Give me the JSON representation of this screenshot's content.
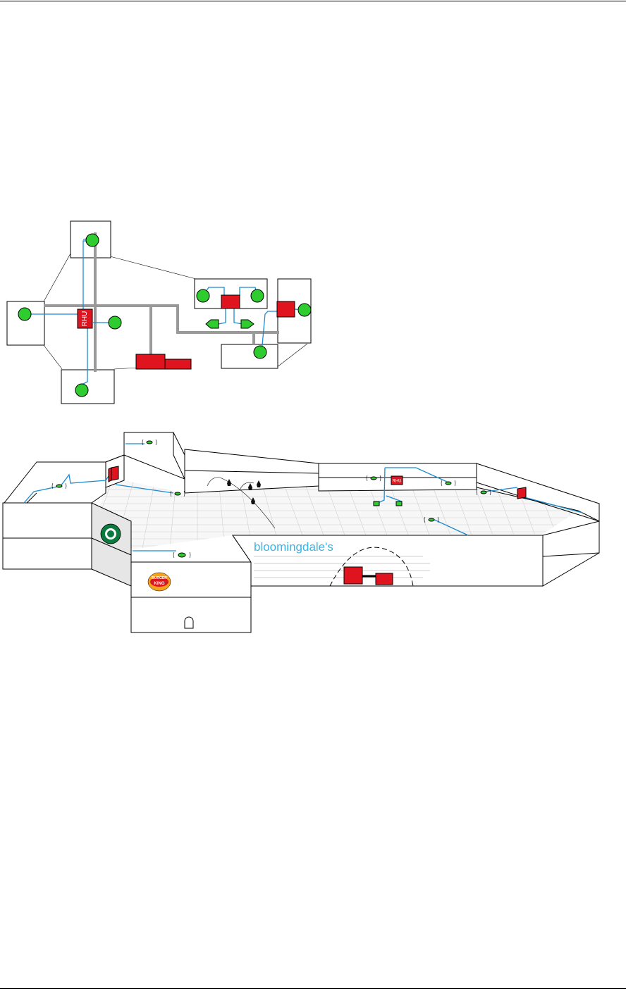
{
  "diagram": {
    "rhu_label": "RHU",
    "floorplan_rhu_label": "RHU",
    "mall_rhu_label": "RHU",
    "store_bloomingdales": "bloomingdale's",
    "store_burger_top": "BURGER",
    "store_burger_bottom": "KING",
    "colors": {
      "antenna": "#2ecc2e",
      "unit": "#e0141e",
      "cable": "#1a8bd0",
      "bus": "#999999",
      "bloomingdales_text": "#39b4e8"
    },
    "icons": [
      "starbucks-logo-icon",
      "burger-king-logo-icon",
      "wireless-antenna-icon",
      "remote-hub-unit-icon"
    ]
  }
}
